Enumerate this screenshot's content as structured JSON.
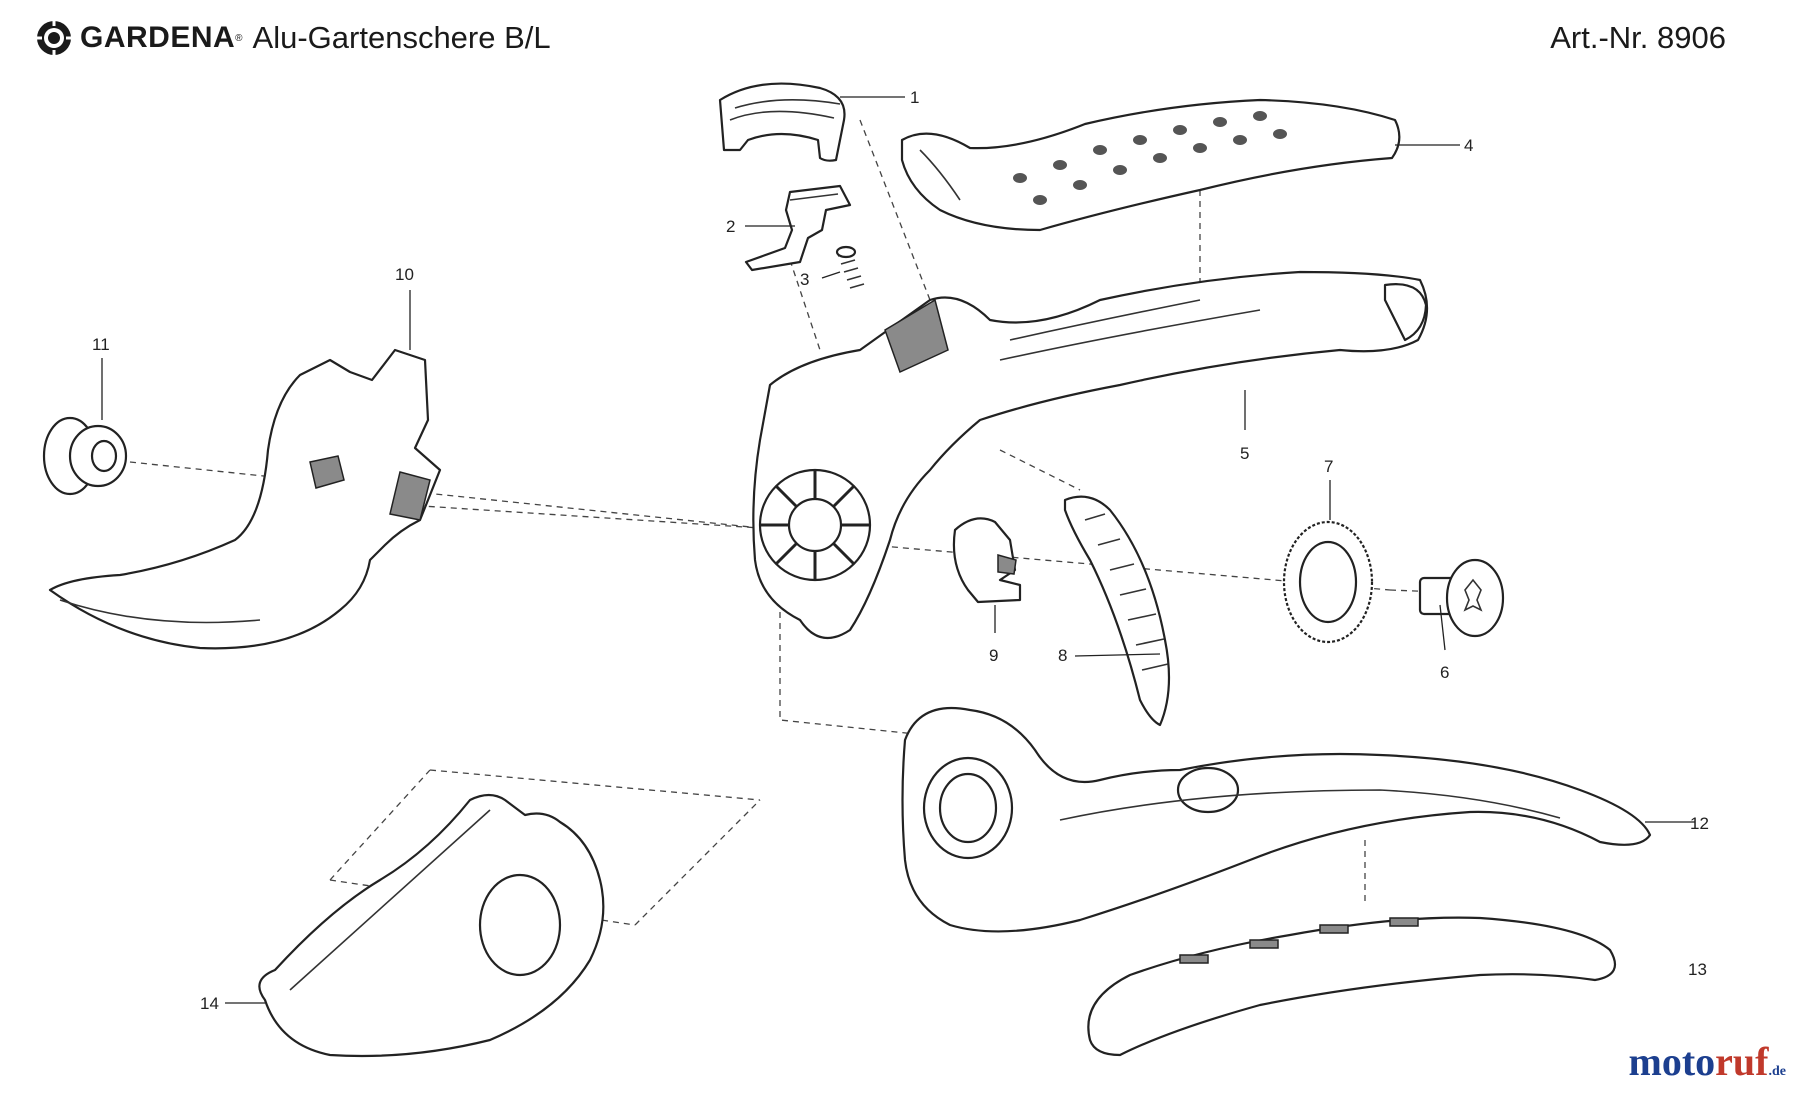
{
  "header": {
    "brand": "GARDENA",
    "brand_mark": "®",
    "product": "Alu-Gartenschere B/L",
    "article": "Art.-Nr. 8906"
  },
  "callouts": {
    "p1": "1",
    "p2": "2",
    "p3": "3",
    "p4": "4",
    "p5": "5",
    "p6": "6",
    "p7": "7",
    "p8": "8",
    "p9": "9",
    "p10": "10",
    "p11": "11",
    "p12": "12",
    "p13": "13",
    "p14": "14"
  },
  "watermark": {
    "part1": "moto",
    "part2": "ruf",
    "tld": ".de"
  },
  "colors": {
    "line": "#222222",
    "watermark_blue": "#1c3f8f",
    "watermark_red": "#c0392b"
  },
  "icons": {
    "brand_logo": "gardena-sun-logo-icon"
  }
}
